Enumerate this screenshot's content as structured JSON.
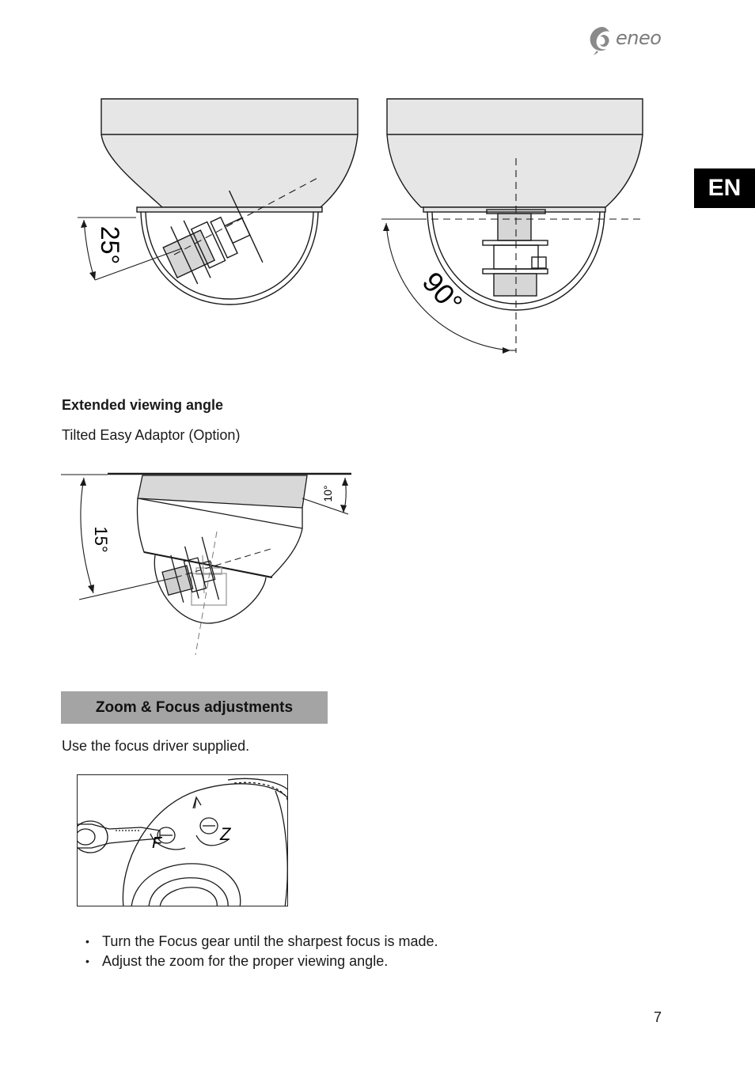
{
  "brand": {
    "logo_text": "eneo"
  },
  "language_tab": "EN",
  "figure_top": {
    "angle_left": "25°",
    "angle_right": "90°"
  },
  "extended_section": {
    "heading": "Extended viewing angle",
    "subtitle": "Tilted Easy Adaptor (Option)",
    "angle_tilt": "10°",
    "angle_view": "15°"
  },
  "zoom_section": {
    "title": "Zoom & Focus adjustments",
    "intro": "Use the focus driver supplied.",
    "photo_labels": {
      "focus": "F",
      "zoom": "Z"
    },
    "bullets": [
      "Turn the Focus gear until the sharpest focus is made.",
      "Adjust the zoom for the proper viewing angle."
    ]
  },
  "page_number": "7"
}
